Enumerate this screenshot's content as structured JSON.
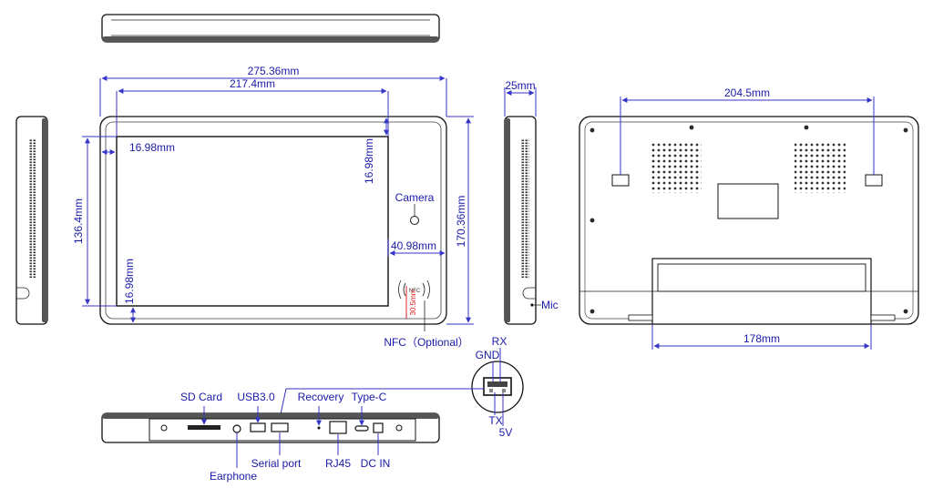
{
  "dimensions": {
    "overall_width": "275.36mm",
    "screen_width": "217.4mm",
    "overall_height": "170.36mm",
    "screen_height": "136.4mm",
    "bezel_left": "16.98mm",
    "bezel_top_right": "16.98mm",
    "bezel_bottom_left": "16.98mm",
    "right_bezel_width": "40.98mm",
    "nfc_height": "30.5mm",
    "depth": "25mm",
    "back_mount_width": "204.5mm",
    "stand_width": "178mm"
  },
  "front_labels": {
    "camera": "Camera",
    "nfc": "NFC（Optional）",
    "nfc_logo": "NFC",
    "mic": "Mic"
  },
  "port_labels": {
    "sd_card": "SD Card",
    "usb3": "USB3.0",
    "recovery": "Recovery",
    "type_c": "Type-C",
    "earphone": "Earphone",
    "serial_port": "Serial port",
    "rj45": "RJ45",
    "dc_in": "DC IN"
  },
  "serial_pinout": {
    "rx": "RX",
    "gnd": "GND",
    "tx": "TX",
    "v5": "5V"
  }
}
